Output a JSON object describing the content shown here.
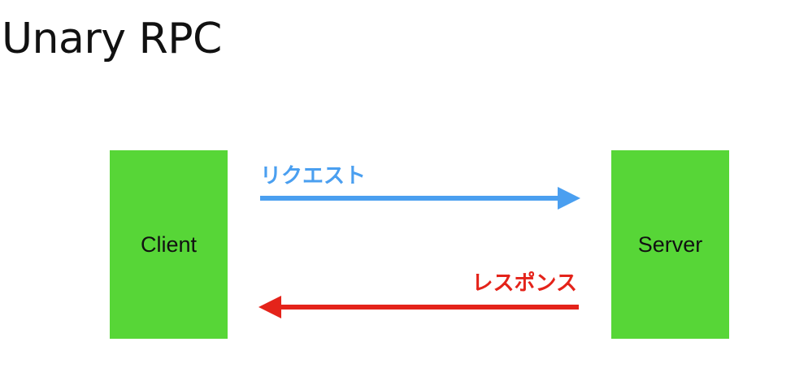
{
  "slide": {
    "title": "Unary RPC"
  },
  "nodes": {
    "client": {
      "label": "Client"
    },
    "server": {
      "label": "Server"
    }
  },
  "messages": {
    "request": {
      "label": "リクエスト",
      "direction": "client-to-server"
    },
    "response": {
      "label": "レスポンス",
      "direction": "server-to-client"
    }
  },
  "colors": {
    "node_fill": "#57d637",
    "request": "#4a9ff0",
    "response": "#e4231a",
    "text": "#111111"
  }
}
